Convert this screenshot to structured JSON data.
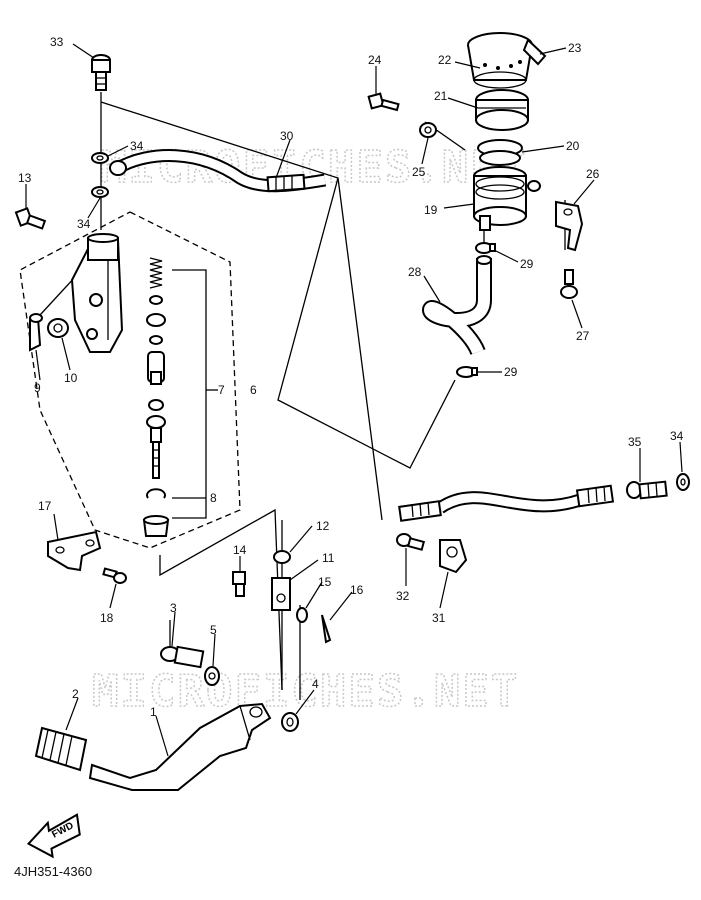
{
  "watermark": {
    "top": "MICROFICHES.NET",
    "bottom": "MICROFICHES.NET"
  },
  "diagram_code": "4JH351-4360",
  "fwd_marker": "FWD",
  "callouts": {
    "c1": "1",
    "c2": "2",
    "c3": "3",
    "c4": "4",
    "c5": "5",
    "c6": "6",
    "c7": "7",
    "c8": "8",
    "c9": "9",
    "c10": "10",
    "c11": "11",
    "c12": "12",
    "c13": "13",
    "c14": "14",
    "c15": "15",
    "c16": "16",
    "c17": "17",
    "c18": "18",
    "c19": "19",
    "c20": "20",
    "c21": "21",
    "c22": "22",
    "c23": "23",
    "c24": "24",
    "c25": "25",
    "c26": "26",
    "c27": "27",
    "c28": "28",
    "c29a": "29",
    "c29b": "29",
    "c30": "30",
    "c31": "31",
    "c32": "32",
    "c33": "33",
    "c34a": "34",
    "c34b": "34",
    "c34c": "34",
    "c35": "35"
  }
}
